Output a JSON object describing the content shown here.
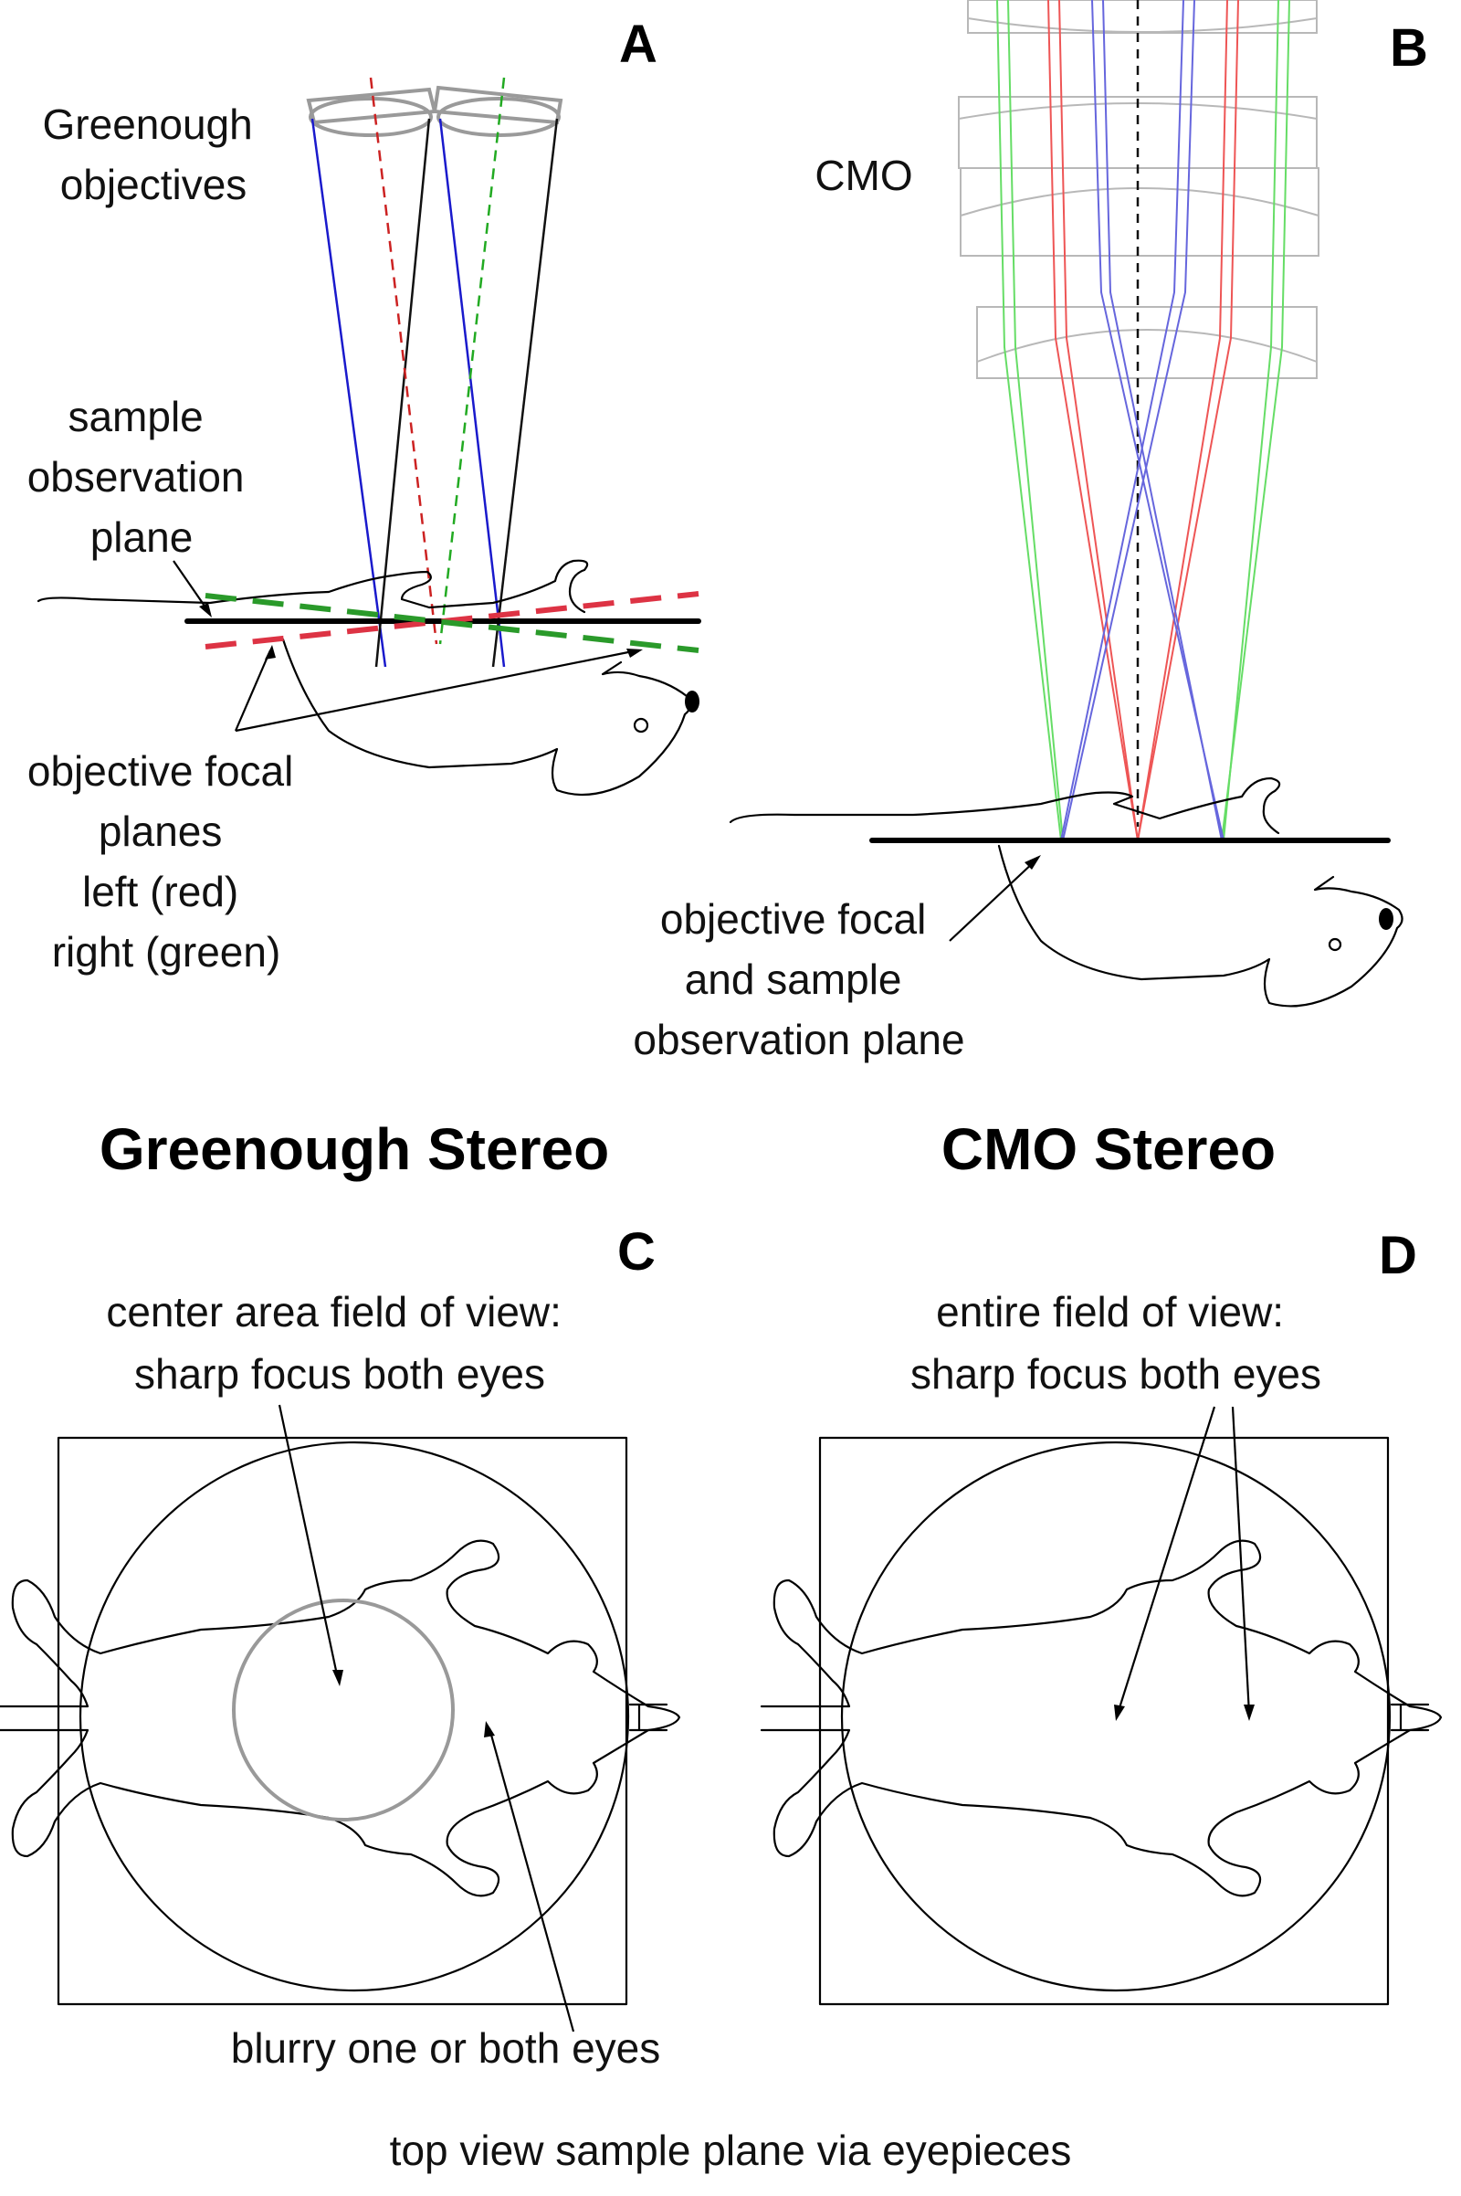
{
  "panels": {
    "A": {
      "letter": "A",
      "label_objectives": [
        "Greenough",
        "objectives"
      ],
      "label_sample_plane": [
        "sample",
        "observation",
        "plane"
      ],
      "label_focal_planes": [
        "objective focal",
        "planes",
        "left (red)",
        "right (green)"
      ]
    },
    "B": {
      "letter": "B",
      "label_cmo": "CMO",
      "label_focal_sample": [
        "objective focal",
        "and sample",
        "observation plane"
      ]
    },
    "C": {
      "letter": "C",
      "title": "Greenough Stereo",
      "label_center": [
        "center area field of view:",
        "sharp focus both eyes"
      ],
      "label_blurry": "blurry one or both eyes"
    },
    "D": {
      "letter": "D",
      "title": "CMO Stereo",
      "label_entire": [
        "entire field of view:",
        "sharp focus both eyes"
      ]
    }
  },
  "footer": "top view sample plane via eyepieces",
  "colors": {
    "left_beam": "#1a1acc",
    "right_beam": "#111111",
    "left_axis": "#cc2222",
    "right_axis": "#22aa22",
    "left_focal_plane": "#dd3344",
    "right_focal_plane": "#2a9a2a",
    "cmo_red": "#ee5555",
    "cmo_green": "#66dd66",
    "cmo_blue": "#6666dd",
    "lens_gray": "#9a9a9a",
    "center_circle": "#999999"
  }
}
